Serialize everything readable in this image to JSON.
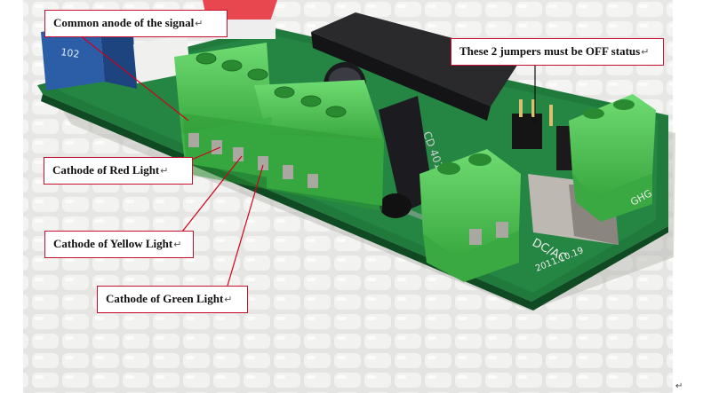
{
  "labels": {
    "common_anode": "Common anode of the signal",
    "red_cathode": "Cathode of Red Light",
    "yellow_cathode": "Cathode of Yellow Light",
    "green_cathode": "Cathode of Green Light",
    "jumpers": "These 2 jumpers must be OFF status"
  },
  "paragraph_mark": "↵",
  "board_text": {
    "chip": "CD 4011",
    "date": "2011.10.19",
    "dc_ac": "DC/AC",
    "ghg": "GHG",
    "pot": "102"
  },
  "colors": {
    "callout_line": "#d0001a",
    "terminal_green": "#4fc457",
    "pcb_green": "#1f7a3c"
  }
}
